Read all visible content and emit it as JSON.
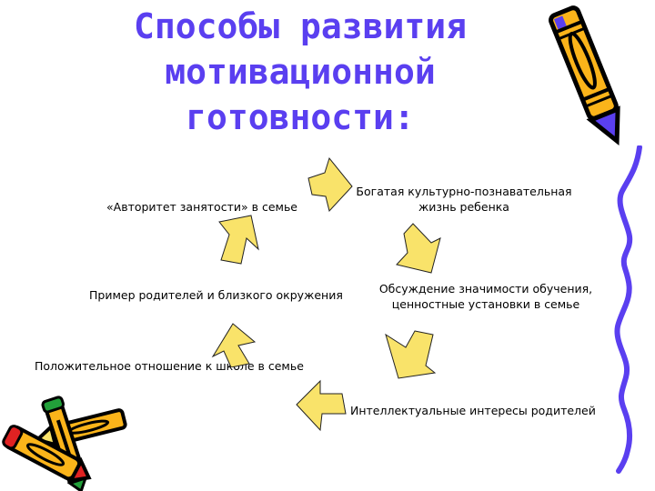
{
  "slide": {
    "title_lines": [
      "Способы развития",
      "мотивационной",
      "готовности:"
    ],
    "title_color": "#5a3ff0",
    "arrow_fill": "#f9e36a",
    "items": [
      {
        "id": "authority",
        "text": "«Авторитет занятости» в семье"
      },
      {
        "id": "rich-life",
        "lines": [
          "Богатая культурно-познавательная",
          "жизнь ребенка"
        ]
      },
      {
        "id": "discussion",
        "lines": [
          "Обсуждение значимости обучения,",
          "ценностные установки в семье"
        ]
      },
      {
        "id": "intellectual",
        "text": "Интеллектуальные интересы родителей"
      },
      {
        "id": "positive-attitude",
        "text": "Положительное отношение к школе в семье"
      },
      {
        "id": "parents-example",
        "text": "Пример родителей и близкого окружения"
      }
    ],
    "decorations": [
      "pencil-top-right-icon",
      "squiggle-line-icon",
      "crossed-pencils-icon"
    ]
  }
}
